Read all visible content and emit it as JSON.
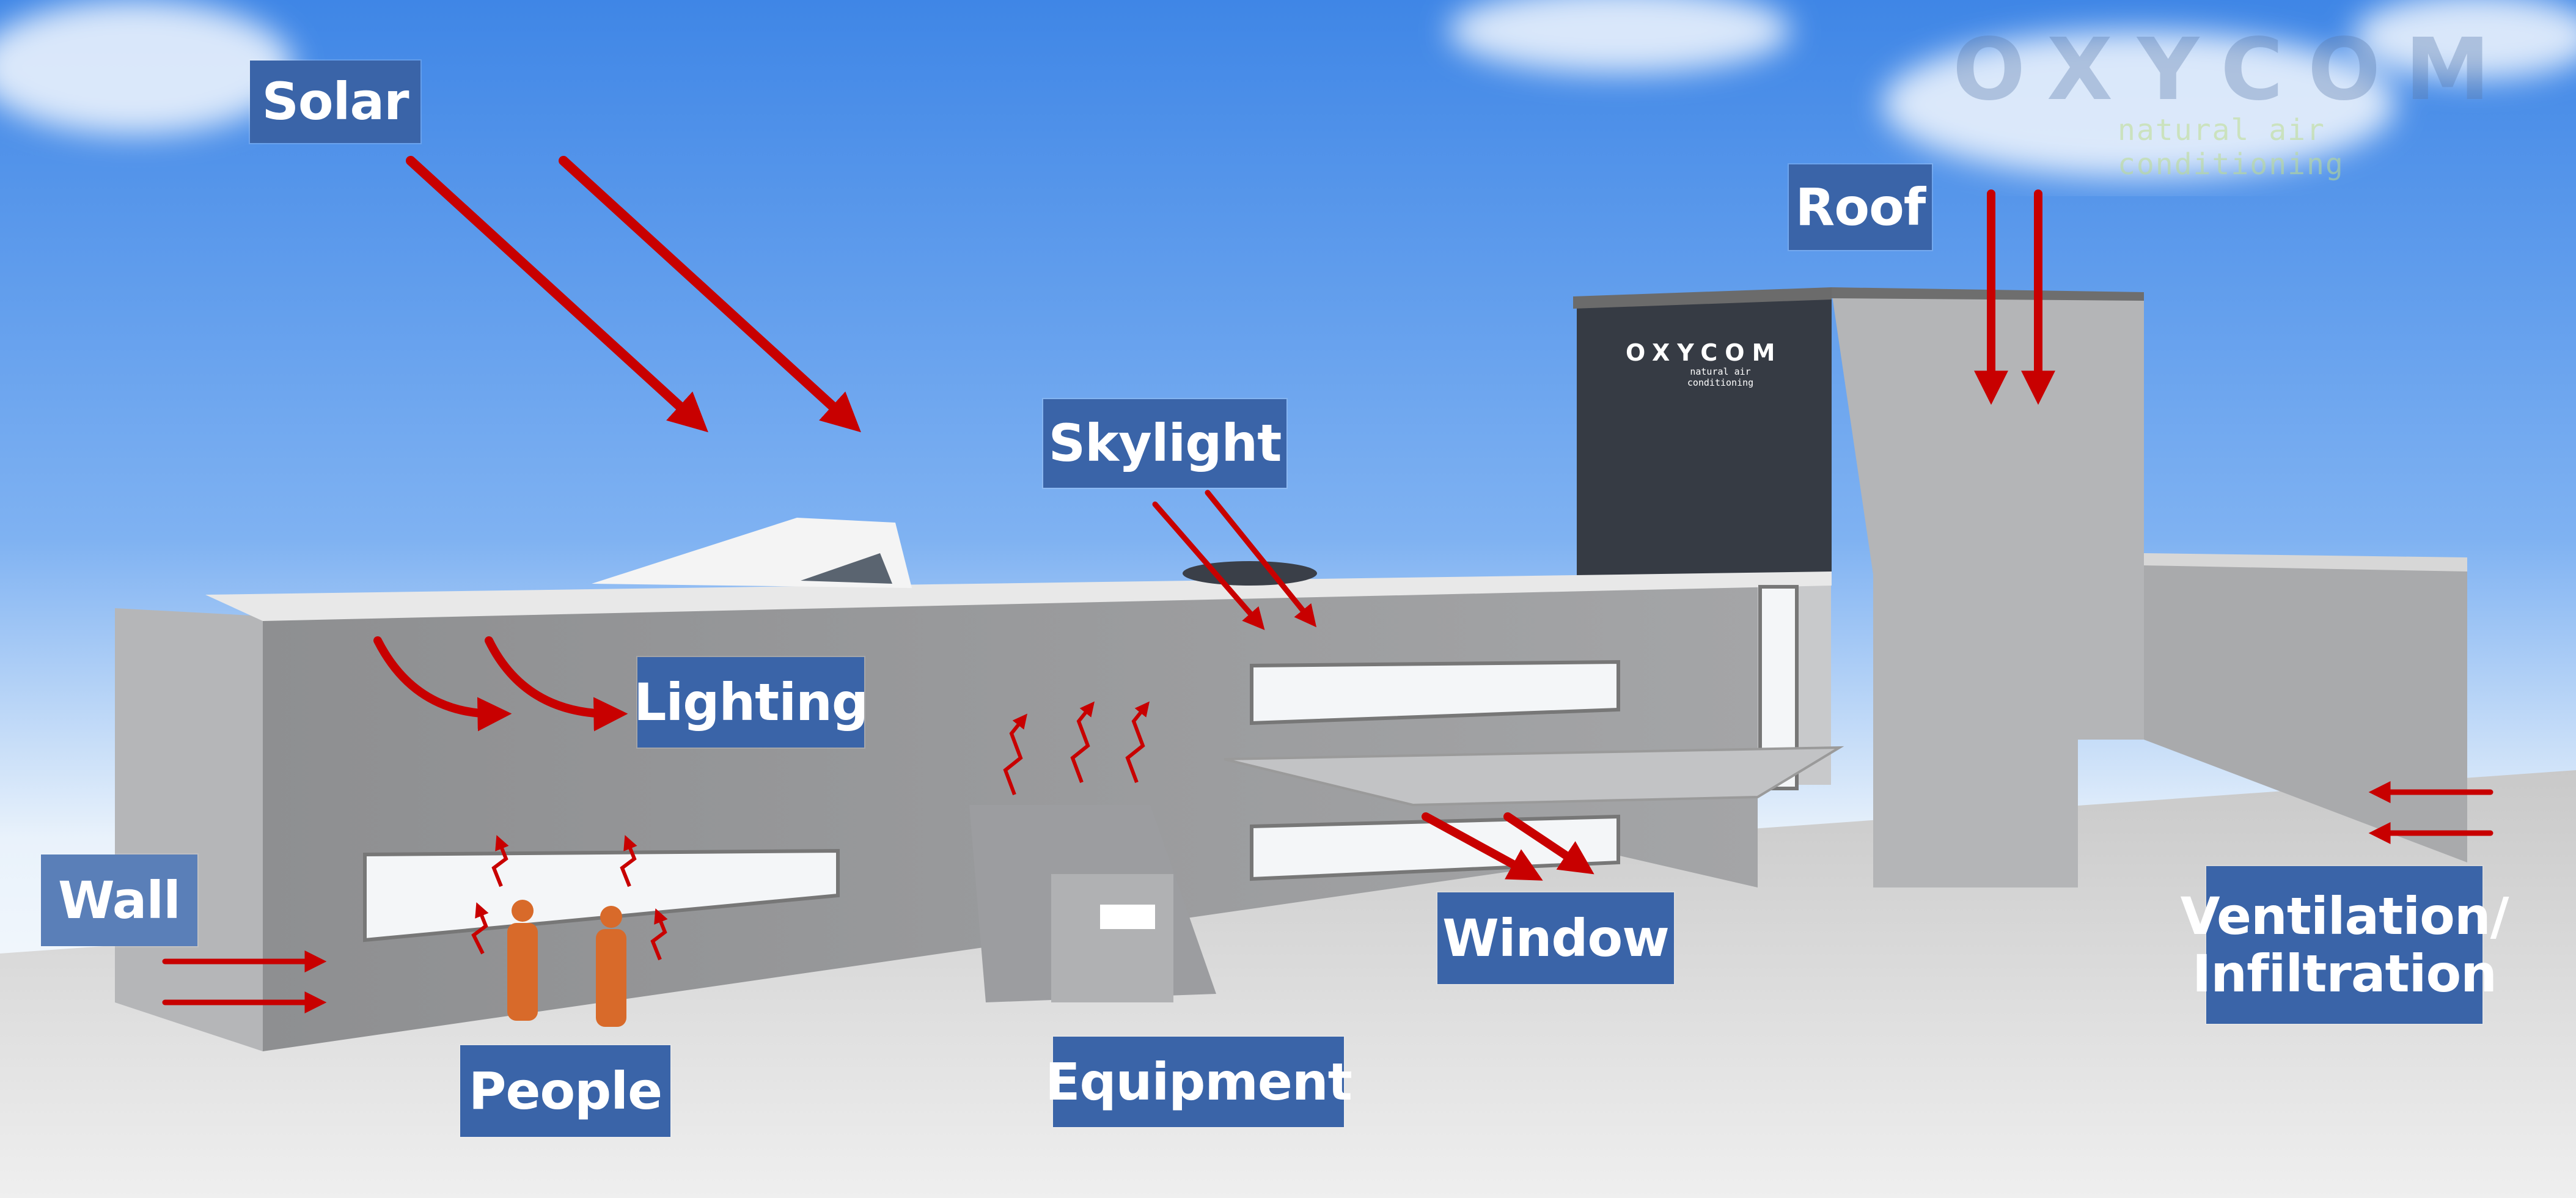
{
  "logo": {
    "brand": "OXYCOM",
    "tagline": "natural air conditioning"
  },
  "tower_sign": {
    "brand": "OXYCOM",
    "tagline": "natural air conditioning"
  },
  "labels": {
    "solar": "Solar",
    "roof": "Roof",
    "skylight": "Skylight",
    "lighting": "Lighting",
    "wall": "Wall",
    "people": "People",
    "equipment": "Equipment",
    "window": "Window",
    "ventilation": "Ventilation/\nInfiltration"
  },
  "colors": {
    "label_bg": "#3a64a8",
    "arrow": "#c80000",
    "sky_top": "#3f86e6",
    "sky_bottom": "#e9f2fb"
  }
}
